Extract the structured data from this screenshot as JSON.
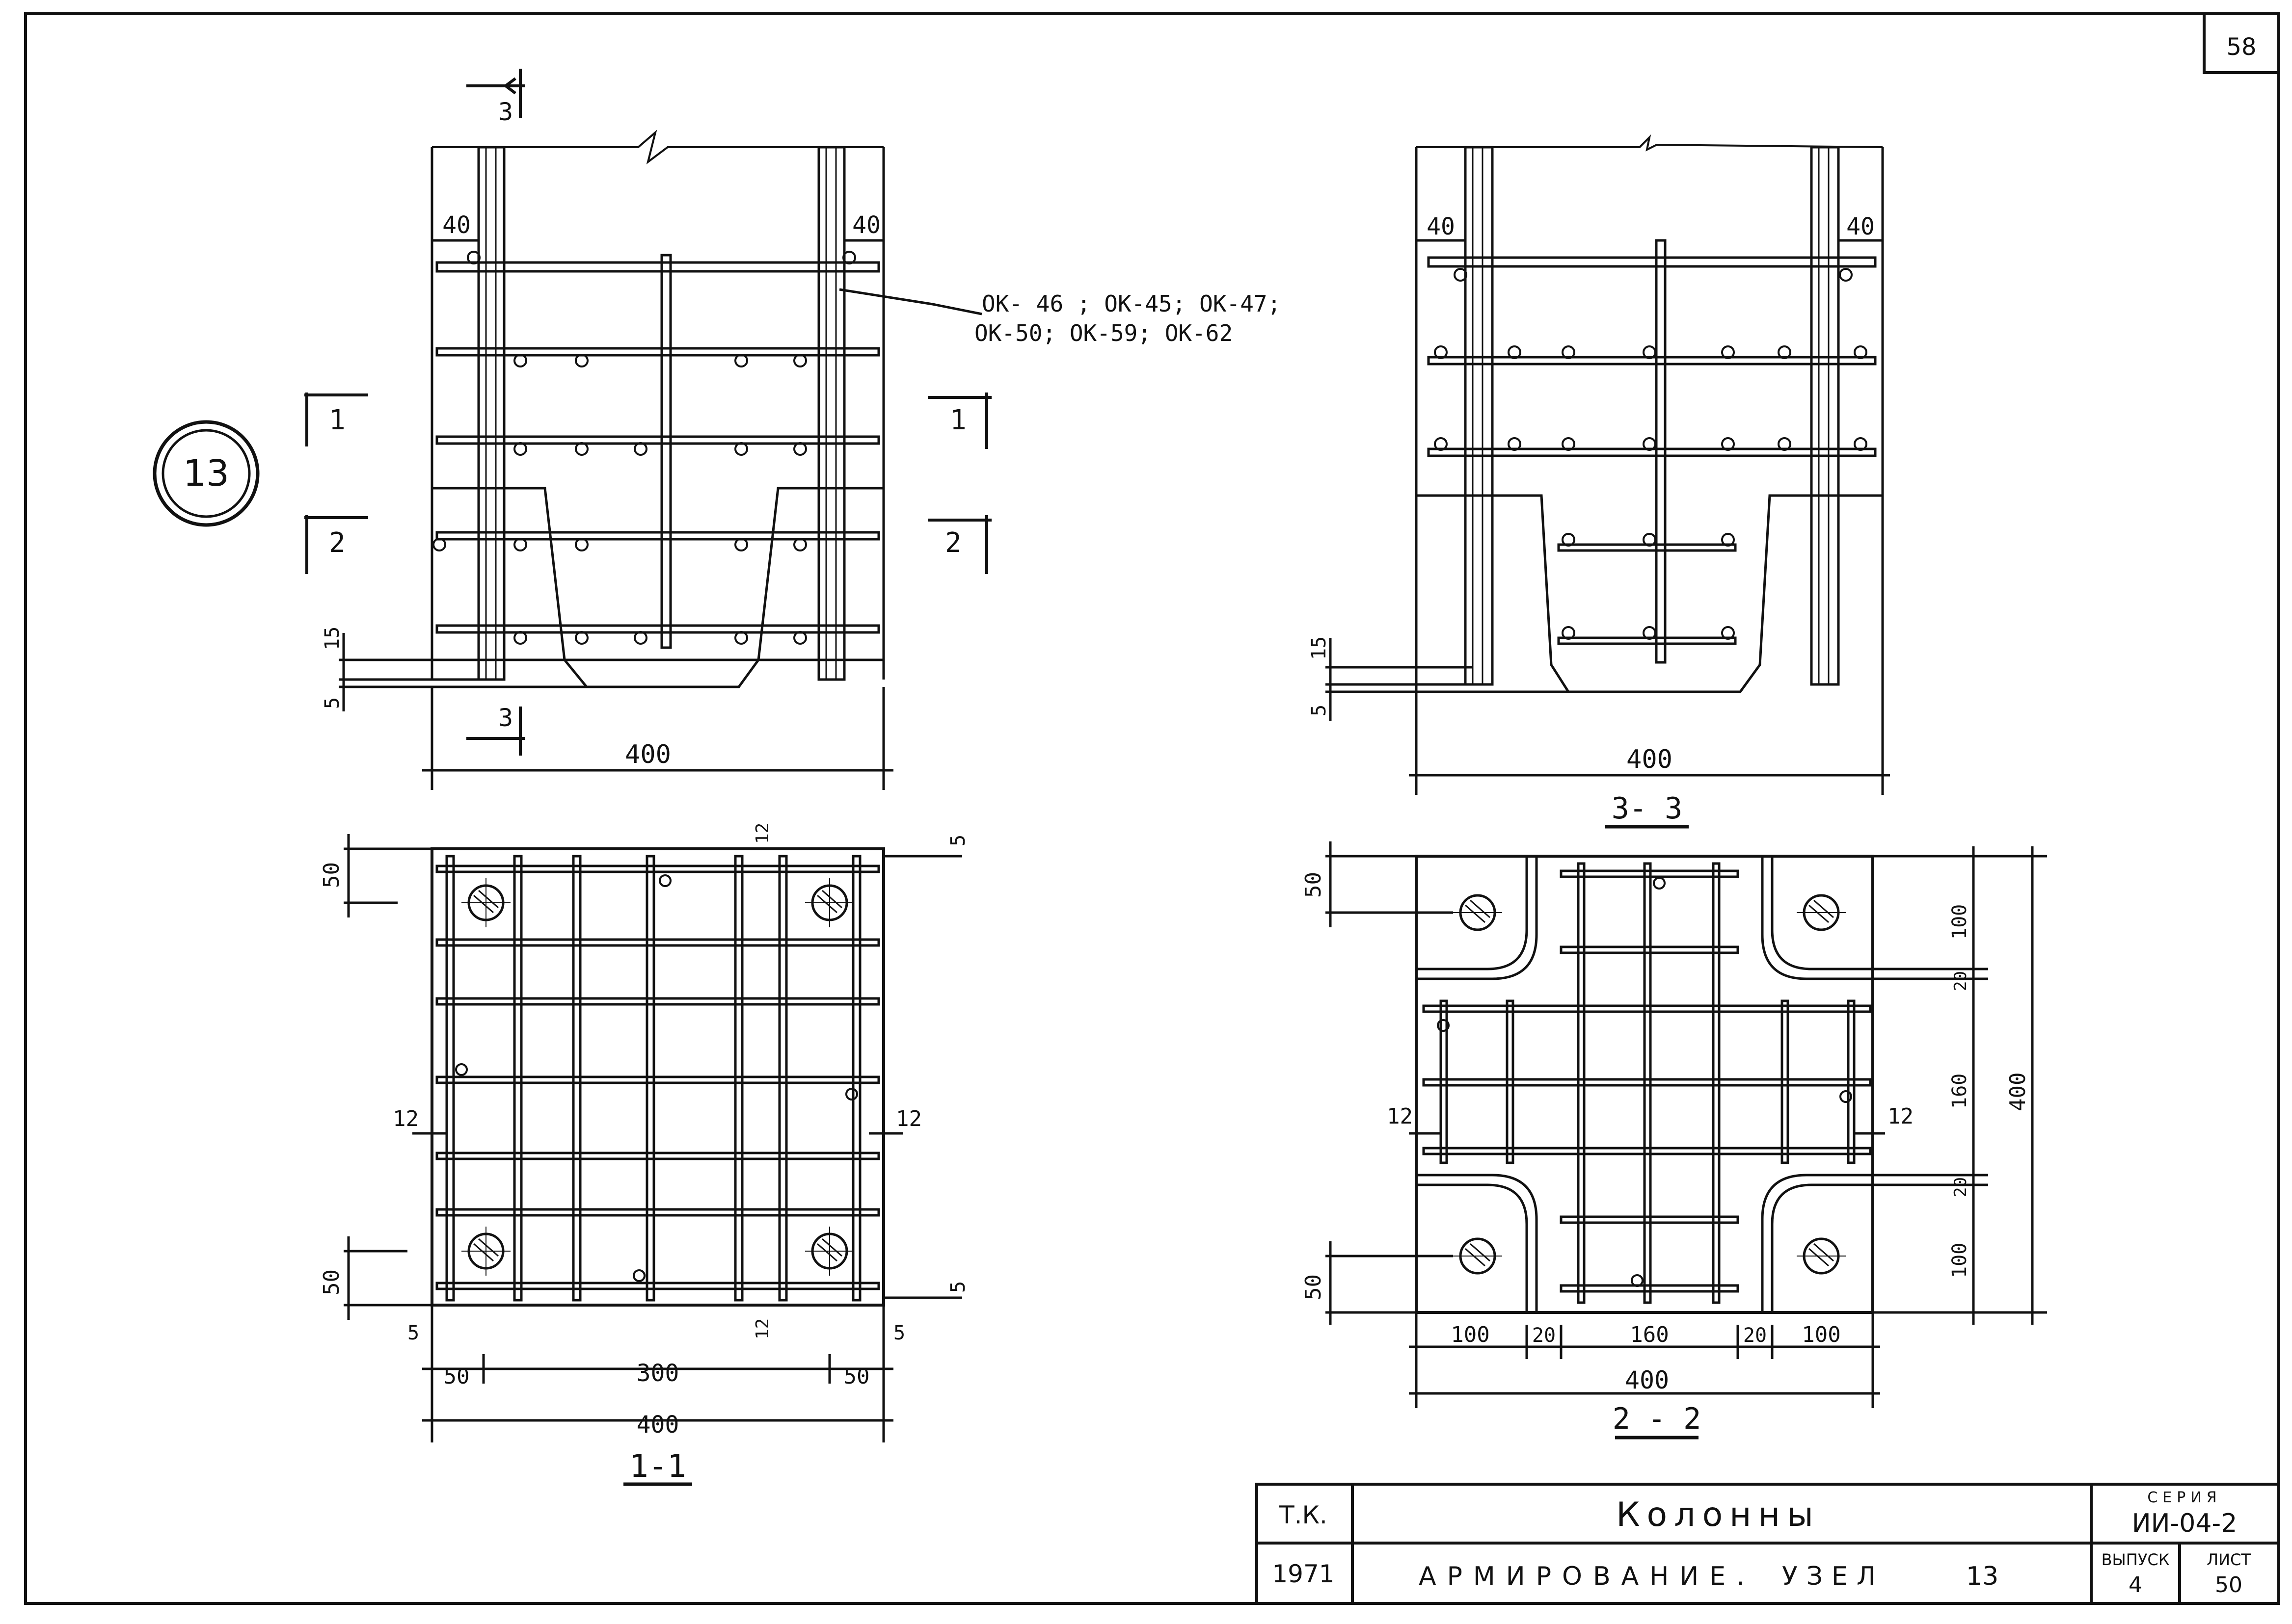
{
  "sheet": {
    "number": "58"
  },
  "node_mark": "13",
  "callout": {
    "line1": "ОК- 46 ; ОК-45; ОК-47;",
    "line2": "ОК-50; ОК-59; ОК-62"
  },
  "cuts": {
    "c1": "1",
    "c2": "2",
    "c3": "3"
  },
  "elevation_left": {
    "dim_top_left": "40",
    "dim_top_right": "40",
    "dim_15": "15",
    "dim_5": "5",
    "dim_width": "400"
  },
  "elevation_right": {
    "dim_top_left": "40",
    "dim_top_right": "40",
    "dim_15": "15",
    "dim_5": "5",
    "dim_width": "400",
    "section_label": "3- 3"
  },
  "section_1": {
    "label": "1-1",
    "dim_50_top": "50",
    "dim_50_bottom": "50",
    "dim_12_top": "12",
    "dim_12_bottom": "12",
    "dim_12_left": "12",
    "dim_12_right": "12",
    "dim_5_tr": "5",
    "dim_5_br": "5",
    "dim_5_bl": "5",
    "dim_5_bottom_r": "5",
    "dim_50_l": "50",
    "dim_300": "300",
    "dim_50_r": "50",
    "dim_400": "400"
  },
  "section_2": {
    "label": "2 - 2",
    "dim_50_top": "50",
    "dim_50_bottom": "50",
    "dim_100_a": "100",
    "dim_20_a": "20",
    "dim_160": "160",
    "dim_20_b": "20",
    "dim_100_b": "100",
    "dim_400_right": "400",
    "dim_12_left": "12",
    "dim_12_right": "12",
    "b_100_l": "100",
    "b_20_l": "20",
    "b_160": "160",
    "b_20_r": "20",
    "b_100_r": "100",
    "b_400": "400"
  },
  "title_block": {
    "tk": "Т.К.",
    "year": "1971",
    "title": "Колонны",
    "subtitle": "АРМИРОВАНИЕ.",
    "node": "УЗЕЛ",
    "node_no": "13",
    "series_label": "СЕРИЯ",
    "series_value": "ИИ-04-2",
    "issue_label": "ВЫПУСК",
    "issue_value": "4",
    "sheet_label": "ЛИСТ",
    "sheet_value": "50"
  }
}
